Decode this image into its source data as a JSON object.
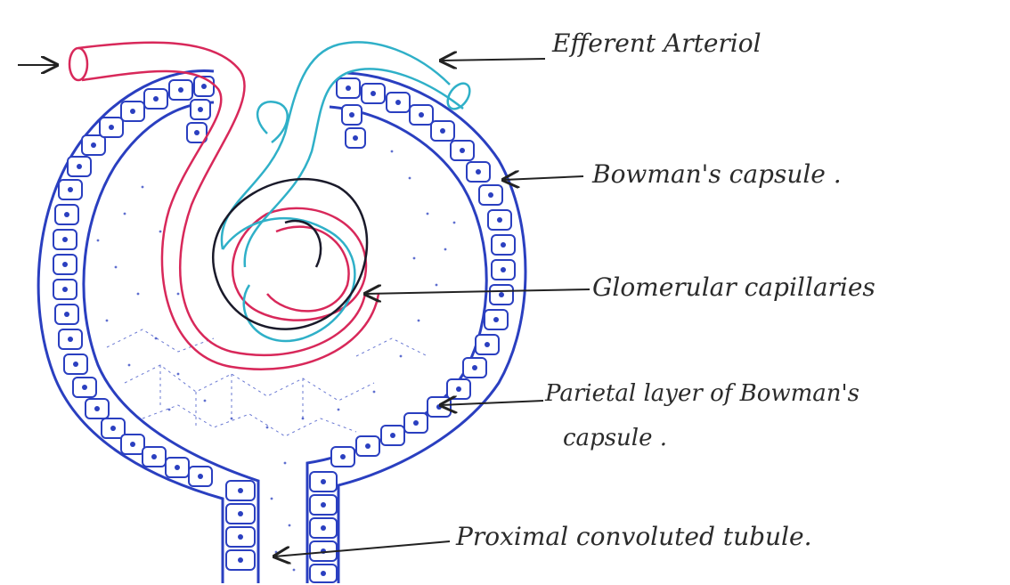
{
  "labels": {
    "efferent": "Efferent Arteriol",
    "bowman": "Bowman's capsule .",
    "glomerular": "Glomerular capillaries",
    "parietal_line1": "Parietal layer of Bowman's",
    "parietal_line2": "capsule .",
    "proximal": "Proximal convoluted tubule."
  },
  "colors": {
    "capsule_outline": "#2a3fc0",
    "afferent_vessel": "#d8285a",
    "efferent_vessel": "#2fb0c8",
    "capillary_dark": "#1a1a2a",
    "label_ink": "#2b2b2b"
  }
}
